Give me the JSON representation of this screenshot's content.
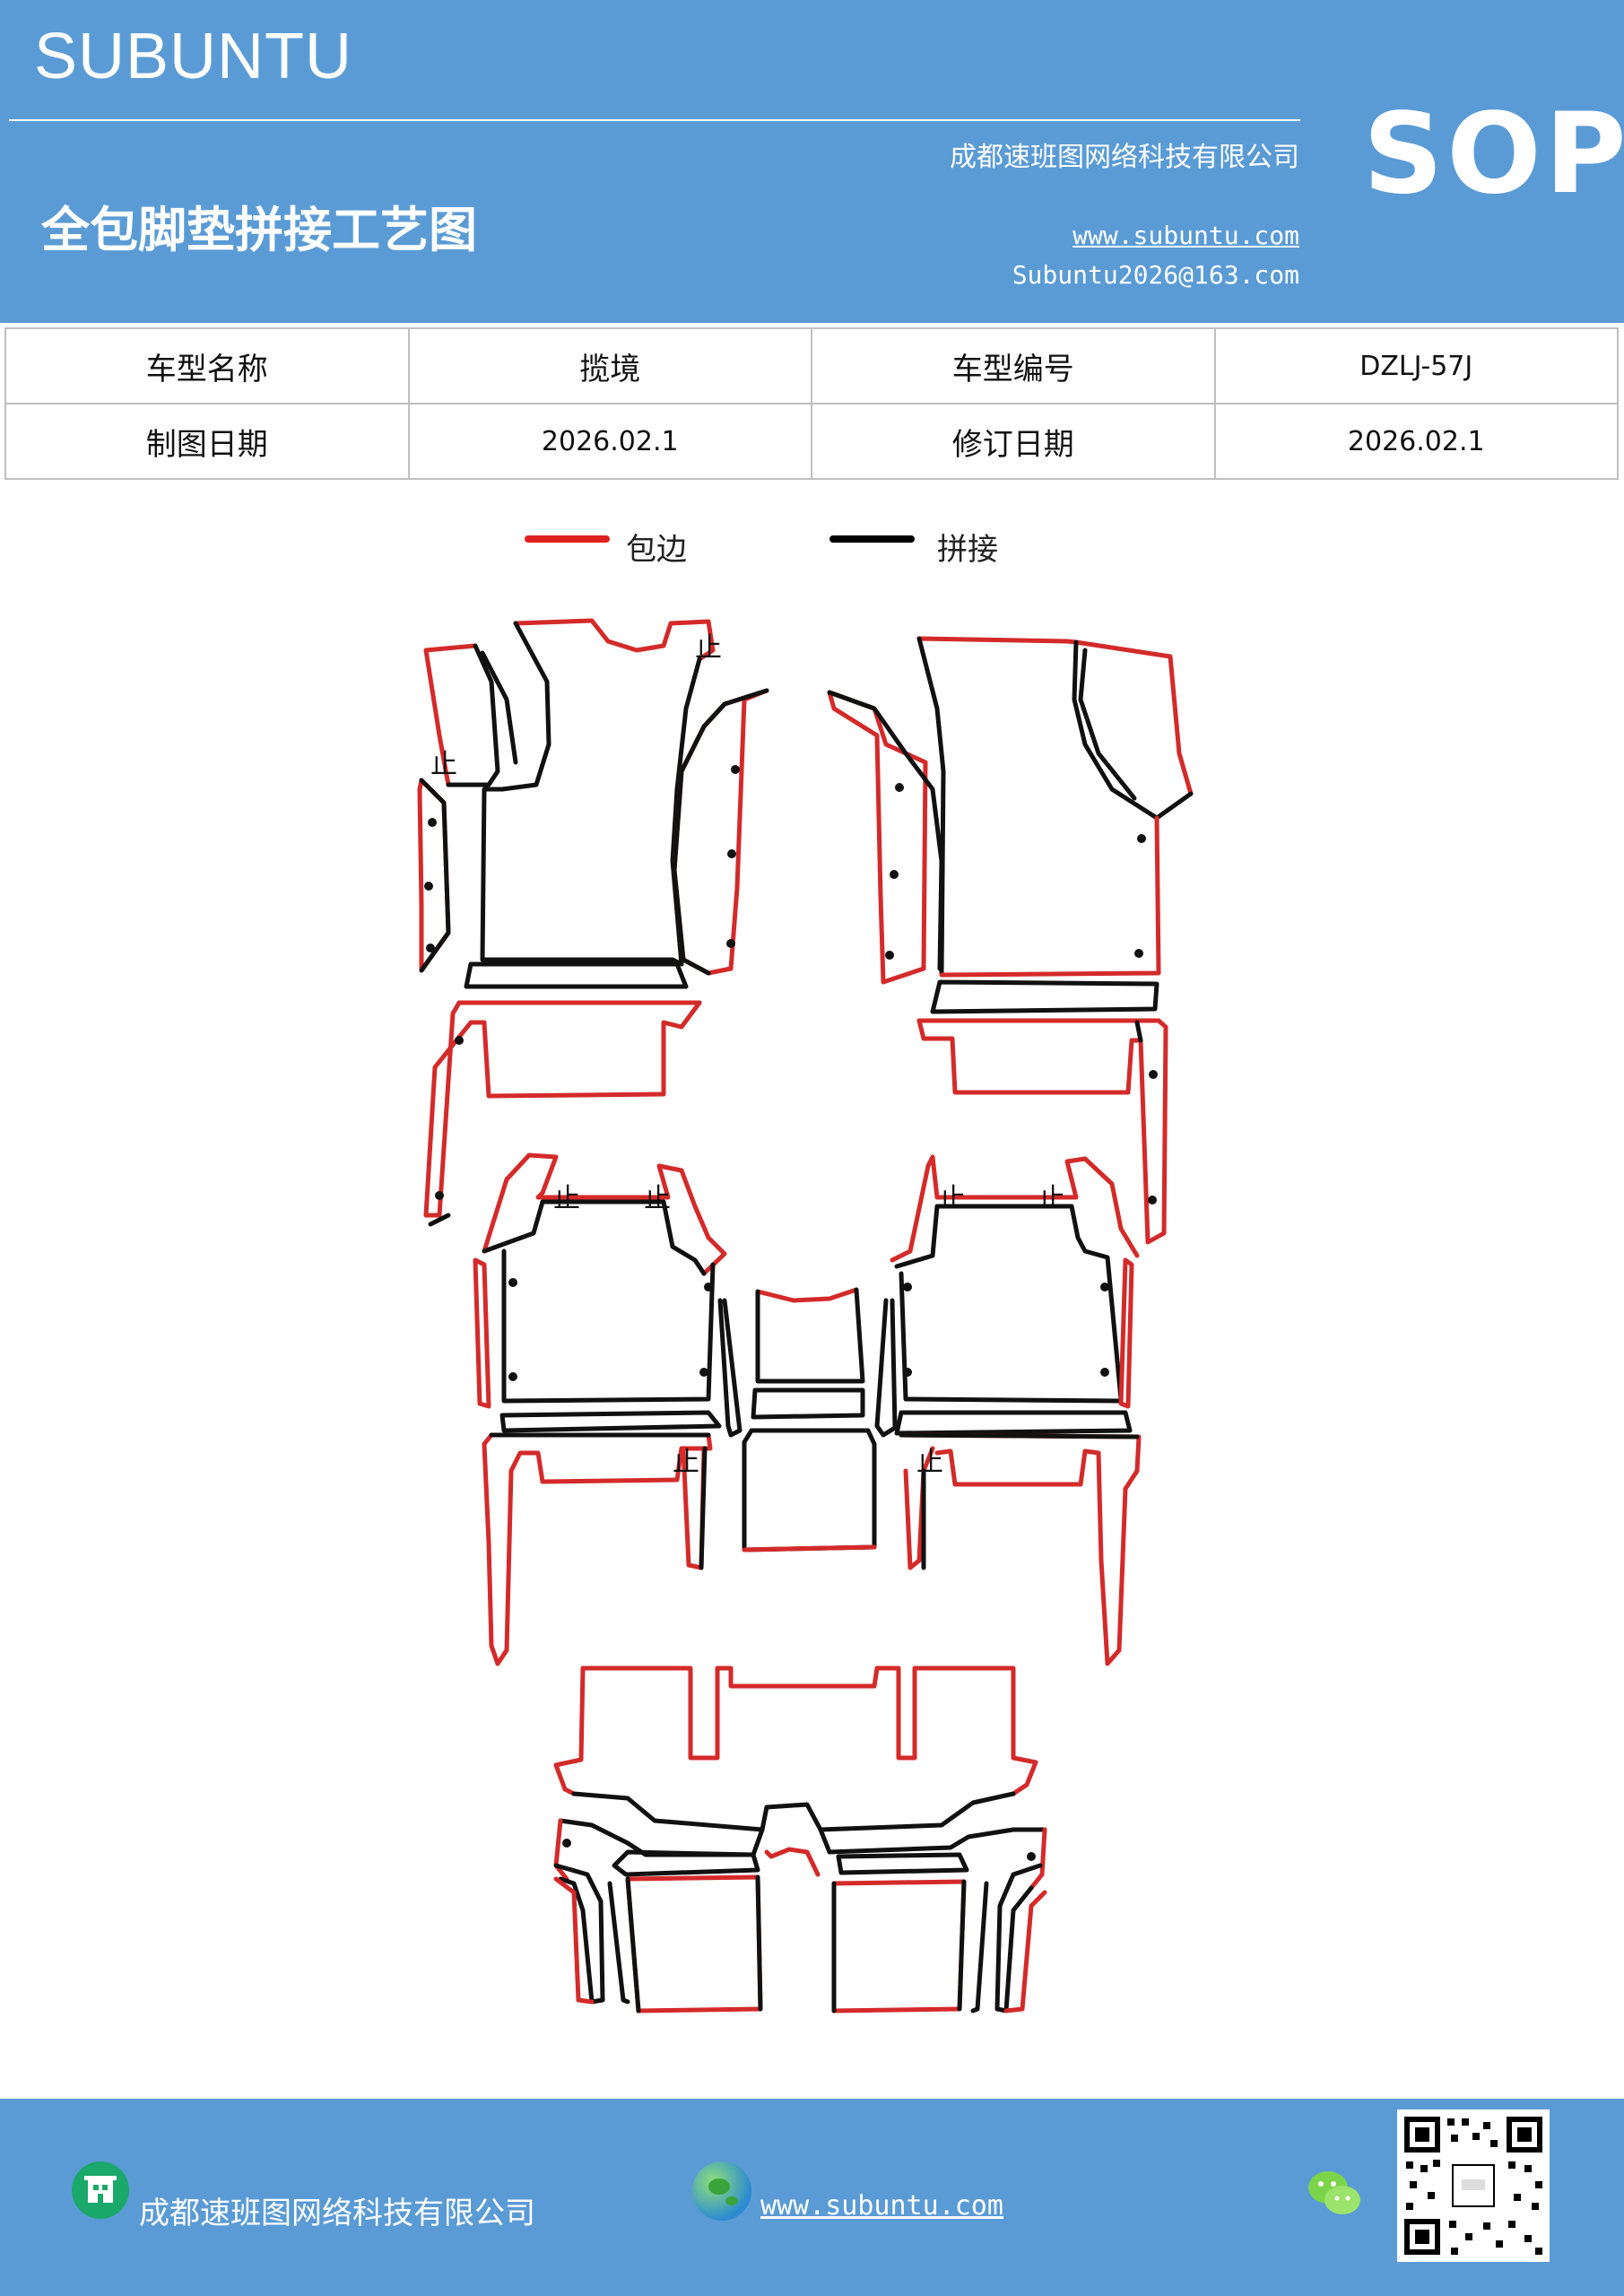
{
  "header": {
    "brand": "SUBUNTU",
    "badge": "SOP",
    "company": "成都速班图网络科技有限公司",
    "title": "全包脚垫拼接工艺图",
    "website": "www.subuntu.com",
    "email": "Subuntu2026@163.com"
  },
  "info_table": {
    "rows": [
      {
        "label1": "车型名称",
        "value1": "揽境",
        "label2": "车型编号",
        "value2": "DZLJ-57J"
      },
      {
        "label1": "制图日期",
        "value1": "2026.02.1",
        "label2": "修订日期",
        "value2": "2026.02.1"
      }
    ]
  },
  "legend": {
    "items": [
      {
        "label": "包边",
        "color": "#e02020"
      },
      {
        "label": "拼接",
        "color": "#000000"
      }
    ]
  },
  "diagram": {
    "stop_mark": "止",
    "edge_color": "#d42a2a",
    "seam_color": "#111111"
  },
  "footer": {
    "company": "成都速班图网络科技有限公司",
    "website": "www.subuntu.com"
  },
  "colors": {
    "header_bg": "#5b9bd5",
    "footer_bg": "#5b9bd5",
    "company_icon": "#1aa86b",
    "wechat_icon": "#7bd44a"
  },
  "icons": [
    "building-icon",
    "globe-icon",
    "wechat-icon",
    "qr-code"
  ]
}
